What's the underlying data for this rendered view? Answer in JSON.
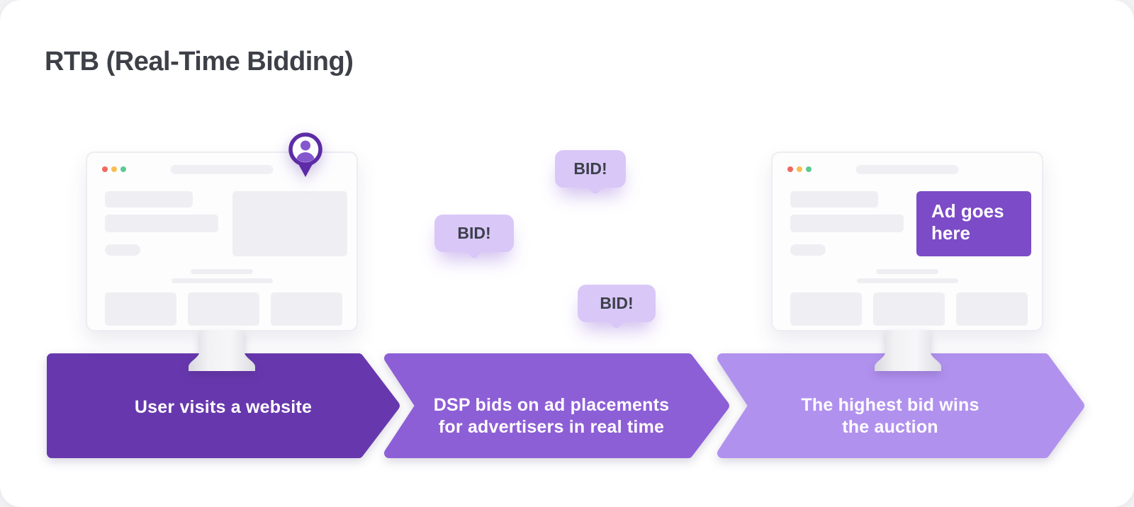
{
  "title": "RTB (Real-Time Bidding)",
  "flow_steps": [
    {
      "lines": [
        "User visits a website",
        ""
      ],
      "arrow_color": "#6738AD"
    },
    {
      "lines": [
        "DSP bids on ad placements",
        "for advertisers in real time"
      ],
      "arrow_color": "#8D5FD6"
    },
    {
      "lines": [
        "The highest bid wins",
        "the auction"
      ],
      "arrow_color": "#B191EE"
    }
  ],
  "bid_bubbles": [
    {
      "label": "BID!"
    },
    {
      "label": "BID!"
    },
    {
      "label": "BID!"
    }
  ],
  "ad_box": {
    "label": "Ad goes here",
    "color": "#7C4BC7"
  },
  "icons": {
    "user_pin": "user-location-pin",
    "browser_dots": [
      "red",
      "yellow",
      "green"
    ]
  },
  "colors": {
    "title_text": "#3E4048",
    "step_text": "#FFFFFF",
    "bubble_bg": "#D9C7F8",
    "bubble_text": "#3D404A",
    "pin_ring": "#5E2CA6",
    "pin_person": "#8557CF",
    "dot_red": "#EF6A5E",
    "dot_yellow": "#F7BE50",
    "dot_green": "#5FC992",
    "placeholder_gray": "#EFEFF3",
    "card_bg": "#FFFFFF"
  }
}
